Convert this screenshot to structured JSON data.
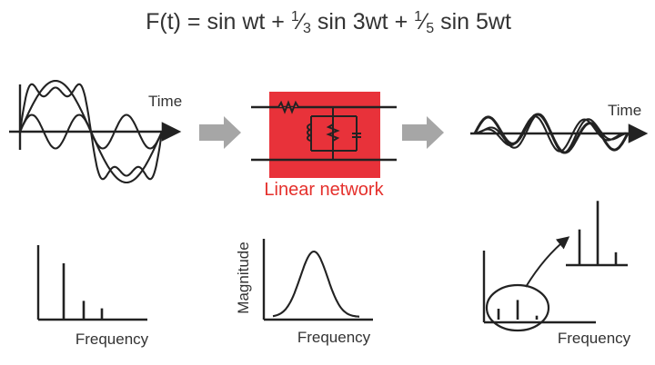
{
  "formula": {
    "prefix": "F(t) = sin wt + ",
    "frac1_num": "1",
    "frac1_den": "3",
    "term2": "sin 3wt + ",
    "frac2_num": "1",
    "frac2_den": "5",
    "term3": "sin 5wt"
  },
  "labels": {
    "time_left": "Time",
    "time_right": "Time",
    "network": "Linear network",
    "freq_left": "Frequency",
    "freq_middle": "Frequency",
    "freq_right": "Frequency",
    "magnitude": "Magnitude"
  },
  "colors": {
    "accent": "#e8323a",
    "arrow_gray": "#a6a6a6",
    "line": "#222222",
    "text": "#333333"
  },
  "icons": {
    "arrows": "gray-right-arrow",
    "circuit": "resistor-inductor-network",
    "zoom": "curved-zoom-arrow"
  },
  "spectrum_input": [
    1.0,
    0.333,
    0.2
  ],
  "spectrum_output": [
    0.333,
    0.6,
    0.12
  ]
}
